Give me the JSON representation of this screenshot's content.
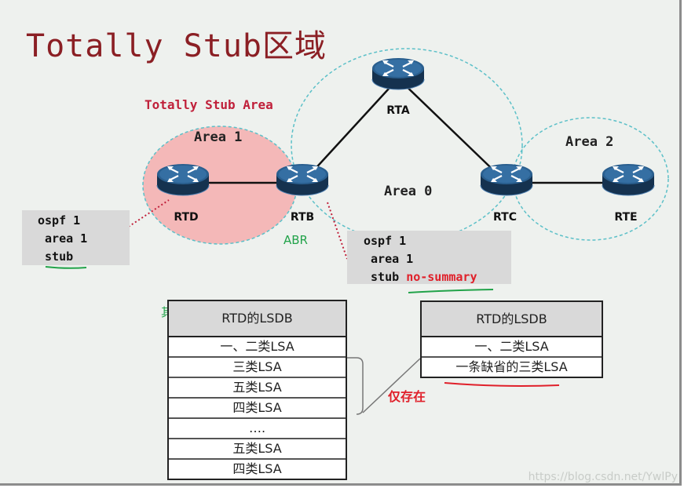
{
  "title": "Totally Stub区域",
  "area_label": "Totally Stub Area",
  "areas": {
    "area1": "Area 1",
    "area0": "Area 0",
    "area2": "Area 2"
  },
  "routers": {
    "rta": "RTA",
    "rtb": "RTB",
    "rtc": "RTC",
    "rtd": "RTD",
    "rte": "RTE"
  },
  "abr_label": "ABR",
  "config_rtd": {
    "line1": "ospf 1",
    "line2": " area 1",
    "line3": " stub"
  },
  "config_rtb": {
    "line1": "ospf 1",
    "line2": " area 1",
    "line3_prefix": " stub ",
    "line3_keyword": "no-summary"
  },
  "note_other": "其他",
  "note_only": "仅存在",
  "lsdb_left": {
    "header": "RTD的LSDB",
    "rows": [
      "一、二类LSA",
      "三类LSA",
      "五类LSA",
      "四类LSA",
      "….",
      "五类LSA",
      "四类LSA"
    ]
  },
  "lsdb_right": {
    "header": "RTD的LSDB",
    "rows": [
      "一、二类LSA",
      "一条缺省的三类LSA"
    ]
  },
  "watermark": "https://blog.csdn.net/YwlPy",
  "colors": {
    "title": "#8b1f24",
    "area_label": "#c0203a",
    "area1_fill": "#f4b8b8",
    "dashed": "#5cc0c8",
    "annotation_red": "#e0202a",
    "annotation_green": "#22a34a",
    "router": "#1d3f66"
  }
}
